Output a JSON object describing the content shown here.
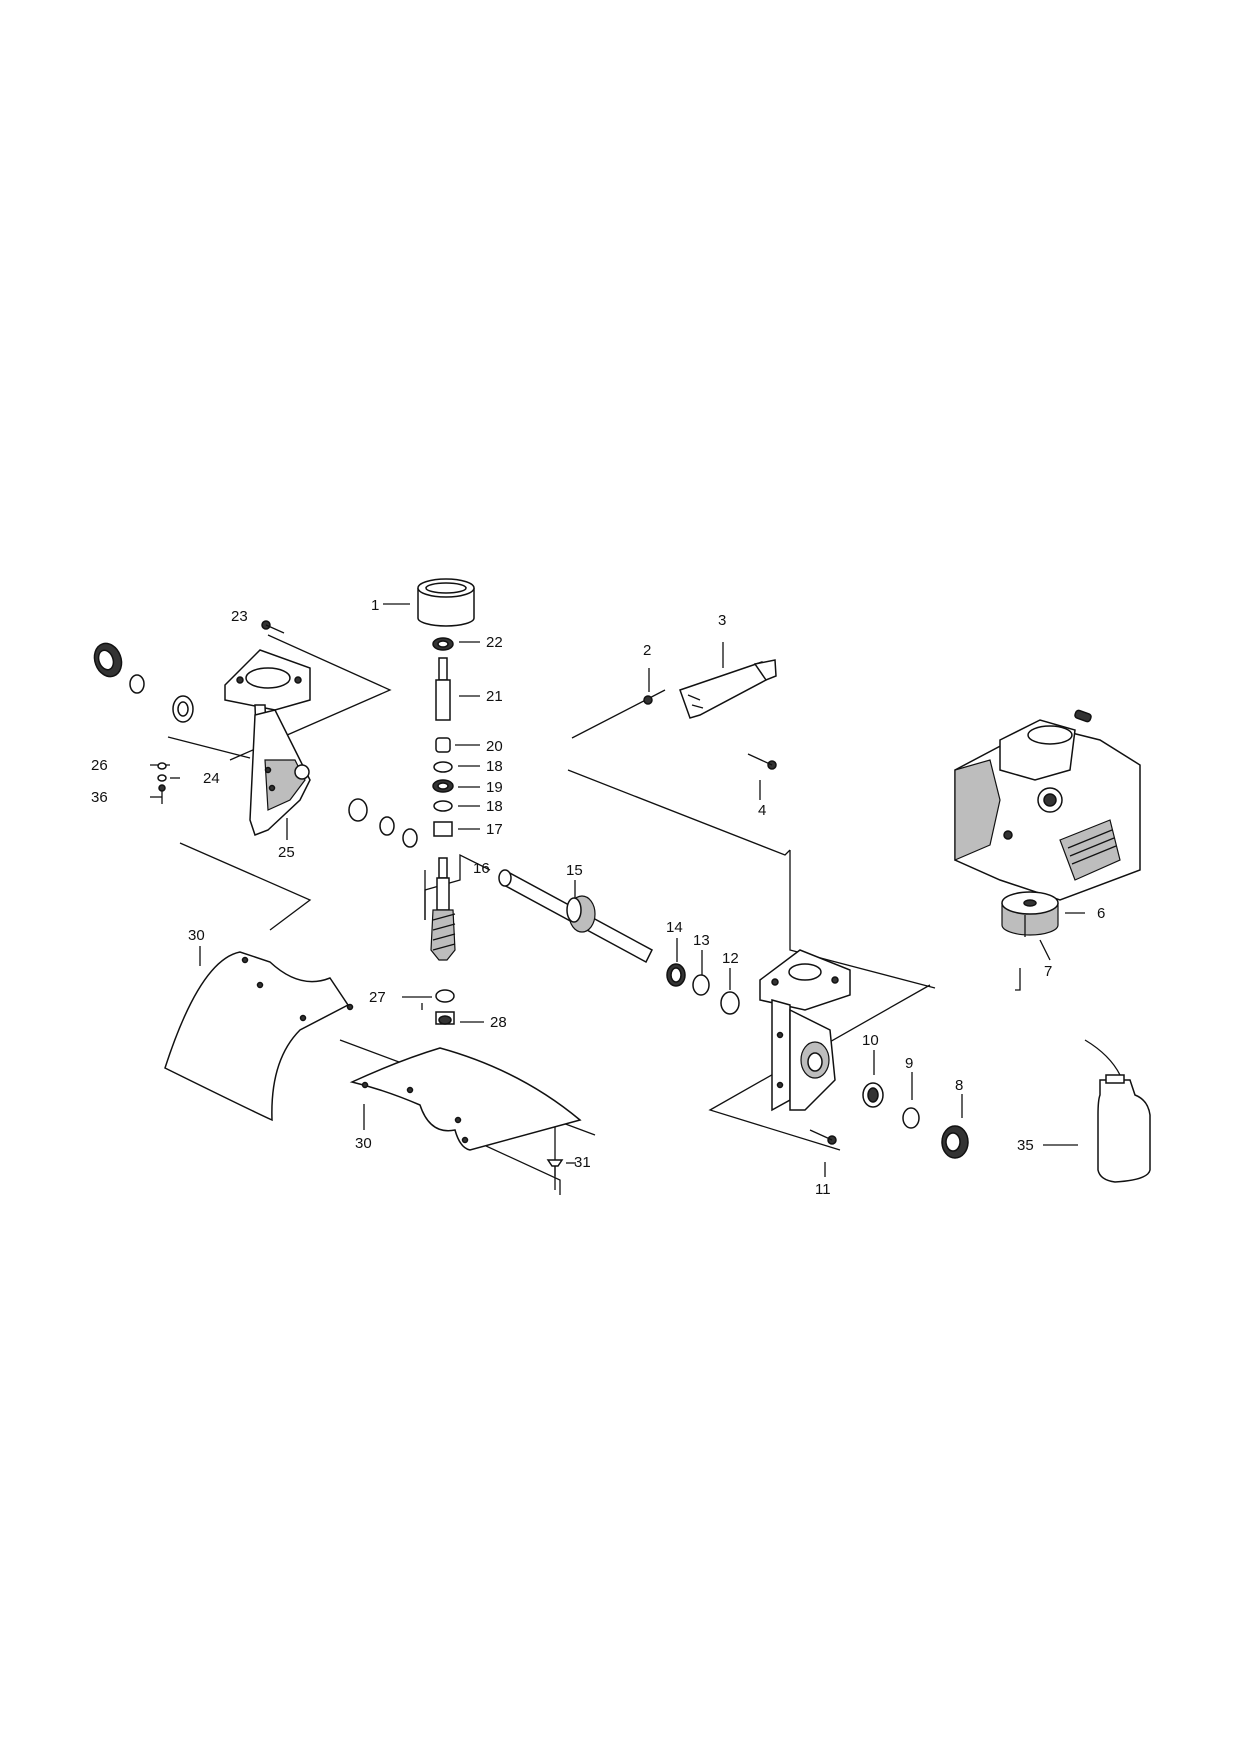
{
  "parts": {
    "p1": "1",
    "p2": "2",
    "p3": "3",
    "p4": "4",
    "p6": "6",
    "p7": "7",
    "p8": "8",
    "p9": "9",
    "p10": "10",
    "p11": "11",
    "p12": "12",
    "p13": "13",
    "p14": "14",
    "p15": "15",
    "p16": "16",
    "p17": "17",
    "p18a": "18",
    "p18b": "18",
    "p19": "19",
    "p20": "20",
    "p21": "21",
    "p22": "22",
    "p23": "23",
    "p24": "24",
    "p25": "25",
    "p26": "26",
    "p27": "27",
    "p28": "28",
    "p30a": "30",
    "p30b": "30",
    "p31": "31",
    "p35": "35",
    "p36": "36"
  }
}
